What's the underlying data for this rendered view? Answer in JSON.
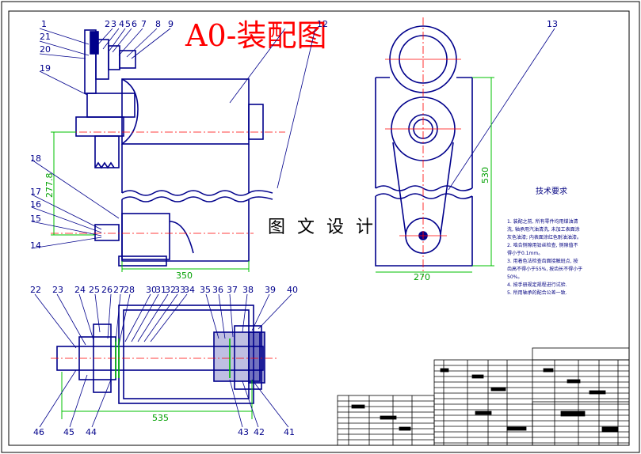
{
  "title": "A0-装配图",
  "watermark": "图 文 设 计",
  "part_numbers_top": [
    "1",
    "2",
    "3",
    "4",
    "5",
    "6",
    "7",
    "8",
    "9",
    "12",
    "13"
  ],
  "part_numbers_left": [
    "21",
    "20",
    "19",
    "18",
    "17",
    "16",
    "15",
    "14"
  ],
  "part_numbers_bottom_top": [
    "22",
    "23",
    "24",
    "25",
    "26",
    "27",
    "28",
    "30",
    "31",
    "32",
    "33",
    "34",
    "35",
    "36",
    "37",
    "38",
    "39",
    "40"
  ],
  "part_numbers_bottom_low": [
    "46",
    "45",
    "44",
    "43",
    "42",
    "41"
  ],
  "dimensions": {
    "height_left": "277.8",
    "width_mid": "350",
    "height_right": "530",
    "width_right": "270",
    "width_bottom": "535"
  },
  "tech": {
    "title": "技术要求",
    "lines": [
      "1. 装配之前, 所有零件均用煤油清",
      "洗, 轴承用汽油清洗, 未加工表面涂",
      "灰色油漆; 内表面涂红色耐油油漆。",
      "2. 啮合侧隙用铅丝检查, 侧隙值不",
      "得小于0.1mm。",
      "3. 用着色法检查齿面接触斑点, 按",
      "齿高不得小于55%, 按齿长不得小于",
      "50%。",
      "4. 按手册规定规程进行试验.",
      "5. 所用轴承的配合公差一致."
    ]
  },
  "colors": {
    "line": "#00008b",
    "dim": "#00c000",
    "title": "#ff0000",
    "center": "#ff0000"
  }
}
